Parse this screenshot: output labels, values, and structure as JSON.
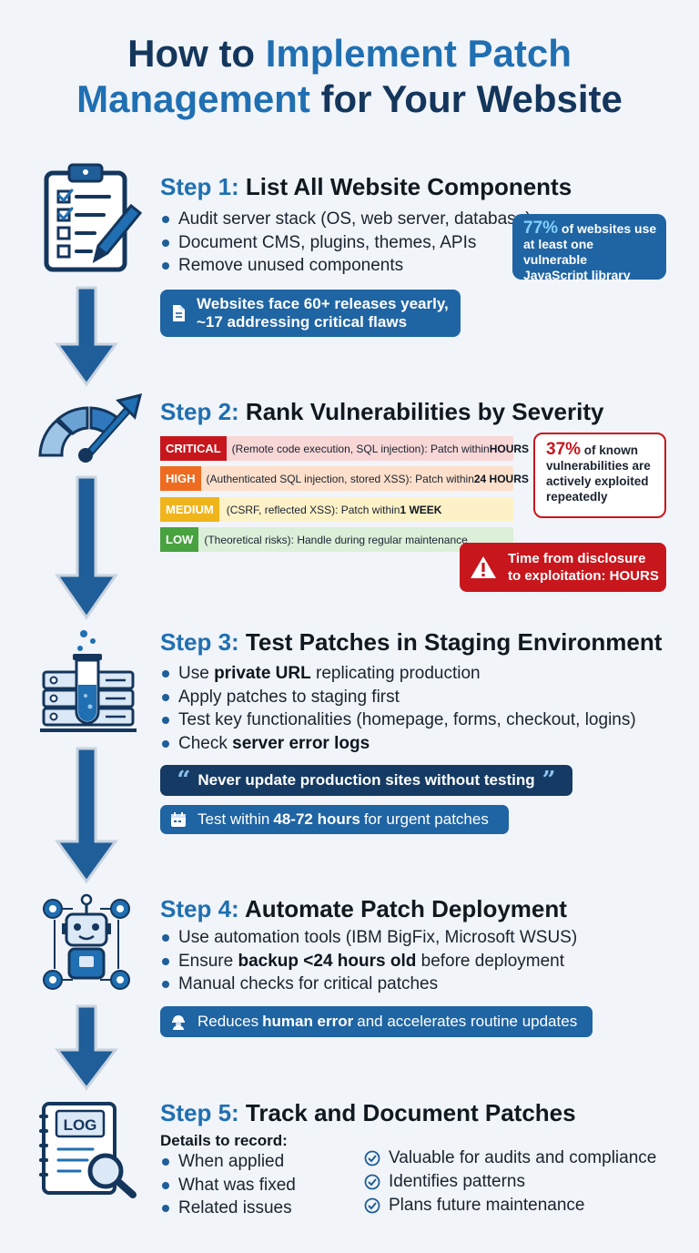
{
  "title": {
    "line1_prefix": "How to ",
    "line1_accent": "Implement Patch",
    "line2_accent": "Management",
    "line2_suffix": " for Your Website"
  },
  "step1": {
    "num": "Step 1:",
    "title": "List All Website Components",
    "bullets": [
      "Audit server stack (OS, web server, database)",
      "Document CMS, plugins, themes, APIs",
      "Remove unused components"
    ],
    "stat": {
      "value": "77%",
      "text1": " of websites use",
      "text2": "at least one vulnerable",
      "text3": "JavaScript library"
    },
    "note": {
      "line1": "Websites face 60+ releases yearly,",
      "line2": "~17 addressing critical flaws"
    }
  },
  "step2": {
    "num": "Step 2:",
    "title": "Rank Vulnerabilities by Severity",
    "levels": [
      {
        "tag": "CRITICAL",
        "text": "(Remote code execution, SQL injection): Patch within ",
        "strong": "HOURS"
      },
      {
        "tag": "HIGH",
        "text": "(Authenticated SQL injection, stored XSS): Patch within ",
        "strong": "24 HOURS"
      },
      {
        "tag": "MEDIUM",
        "text": "(CSRF, reflected XSS): Patch within ",
        "strong": "1 WEEK"
      },
      {
        "tag": "LOW",
        "text": "(Theoretical risks): Handle during regular maintenance",
        "strong": ""
      }
    ],
    "stat": {
      "value": "37%",
      "text1": " of known",
      "text2": "vulnerabilities are",
      "text3": "actively exploited",
      "text4": "repeatedly"
    },
    "alert": {
      "line1": "Time from disclosure",
      "line2": "to exploitation: HOURS"
    }
  },
  "step3": {
    "num": "Step 3:",
    "title": "Test Patches in Staging Environment",
    "bullet1_pre": "Use ",
    "bullet1_strong": "private URL",
    "bullet1_post": " replicating production",
    "bullet2": "Apply patches to staging first",
    "bullet3": "Test key functionalities (homepage, forms, checkout, logins)",
    "bullet4_pre": "Check ",
    "bullet4_strong": "server error logs",
    "quote": "Never update production sites without testing",
    "note_pre": "Test within ",
    "note_strong": "48-72 hours",
    "note_post": " for urgent patches"
  },
  "step4": {
    "num": "Step 4:",
    "title": "Automate Patch Deployment",
    "bullet1": "Use automation tools (IBM BigFix, Microsoft WSUS)",
    "bullet2_pre": "Ensure ",
    "bullet2_strong": "backup <24 hours old",
    "bullet2_post": " before deployment",
    "bullet3": "Manual checks for critical patches",
    "note_pre": "Reduces ",
    "note_strong": "human error",
    "note_post": " and accelerates routine updates"
  },
  "step5": {
    "num": "Step 5:",
    "title": "Track and Document Patches",
    "details_label": "Details to record:",
    "bullets": [
      "When applied",
      "What was fixed",
      "Related issues"
    ],
    "checks": [
      "Valuable for audits and compliance",
      "Identifies patterns",
      "Plans future maintenance"
    ],
    "icon_text": "LOG"
  },
  "colors": {
    "primary": "#1f64a3",
    "dark": "#14365c",
    "critical": "#c8161d",
    "high": "#ef6b1f",
    "medium": "#f0b51c",
    "low": "#48a23f"
  }
}
